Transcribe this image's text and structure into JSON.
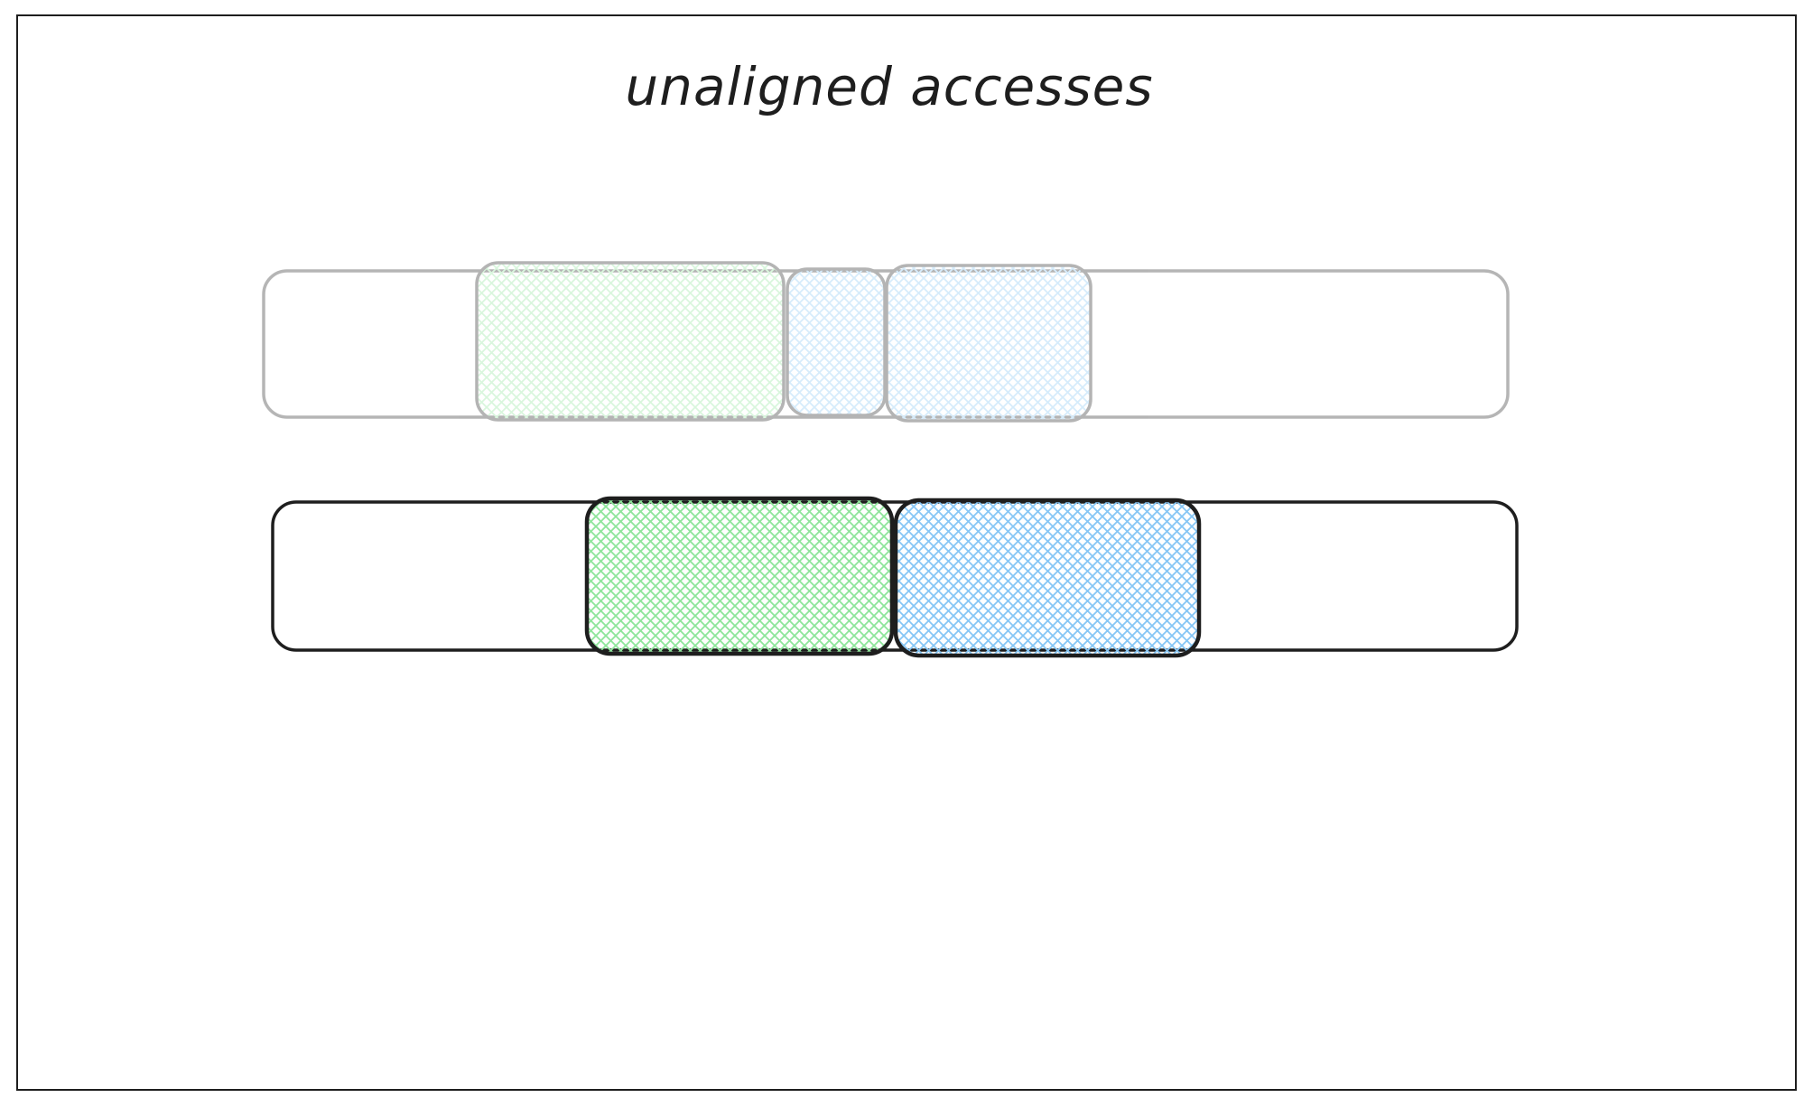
{
  "diagram": {
    "title": "unaligned accesses",
    "colors": {
      "stroke": "#1e1e1e",
      "faded_stroke": "#b5b5b5",
      "green_fill": "#b2f2bb",
      "blue_fill": "#a5d8ff",
      "frame": "#1e1e1e",
      "background": "#ffffff"
    },
    "rows": [
      {
        "name": "faded-row",
        "faded": true,
        "segments": [
          "green",
          "blue",
          "blue"
        ]
      },
      {
        "name": "main-row",
        "faded": false,
        "segments": [
          "green",
          "blue"
        ]
      }
    ]
  }
}
